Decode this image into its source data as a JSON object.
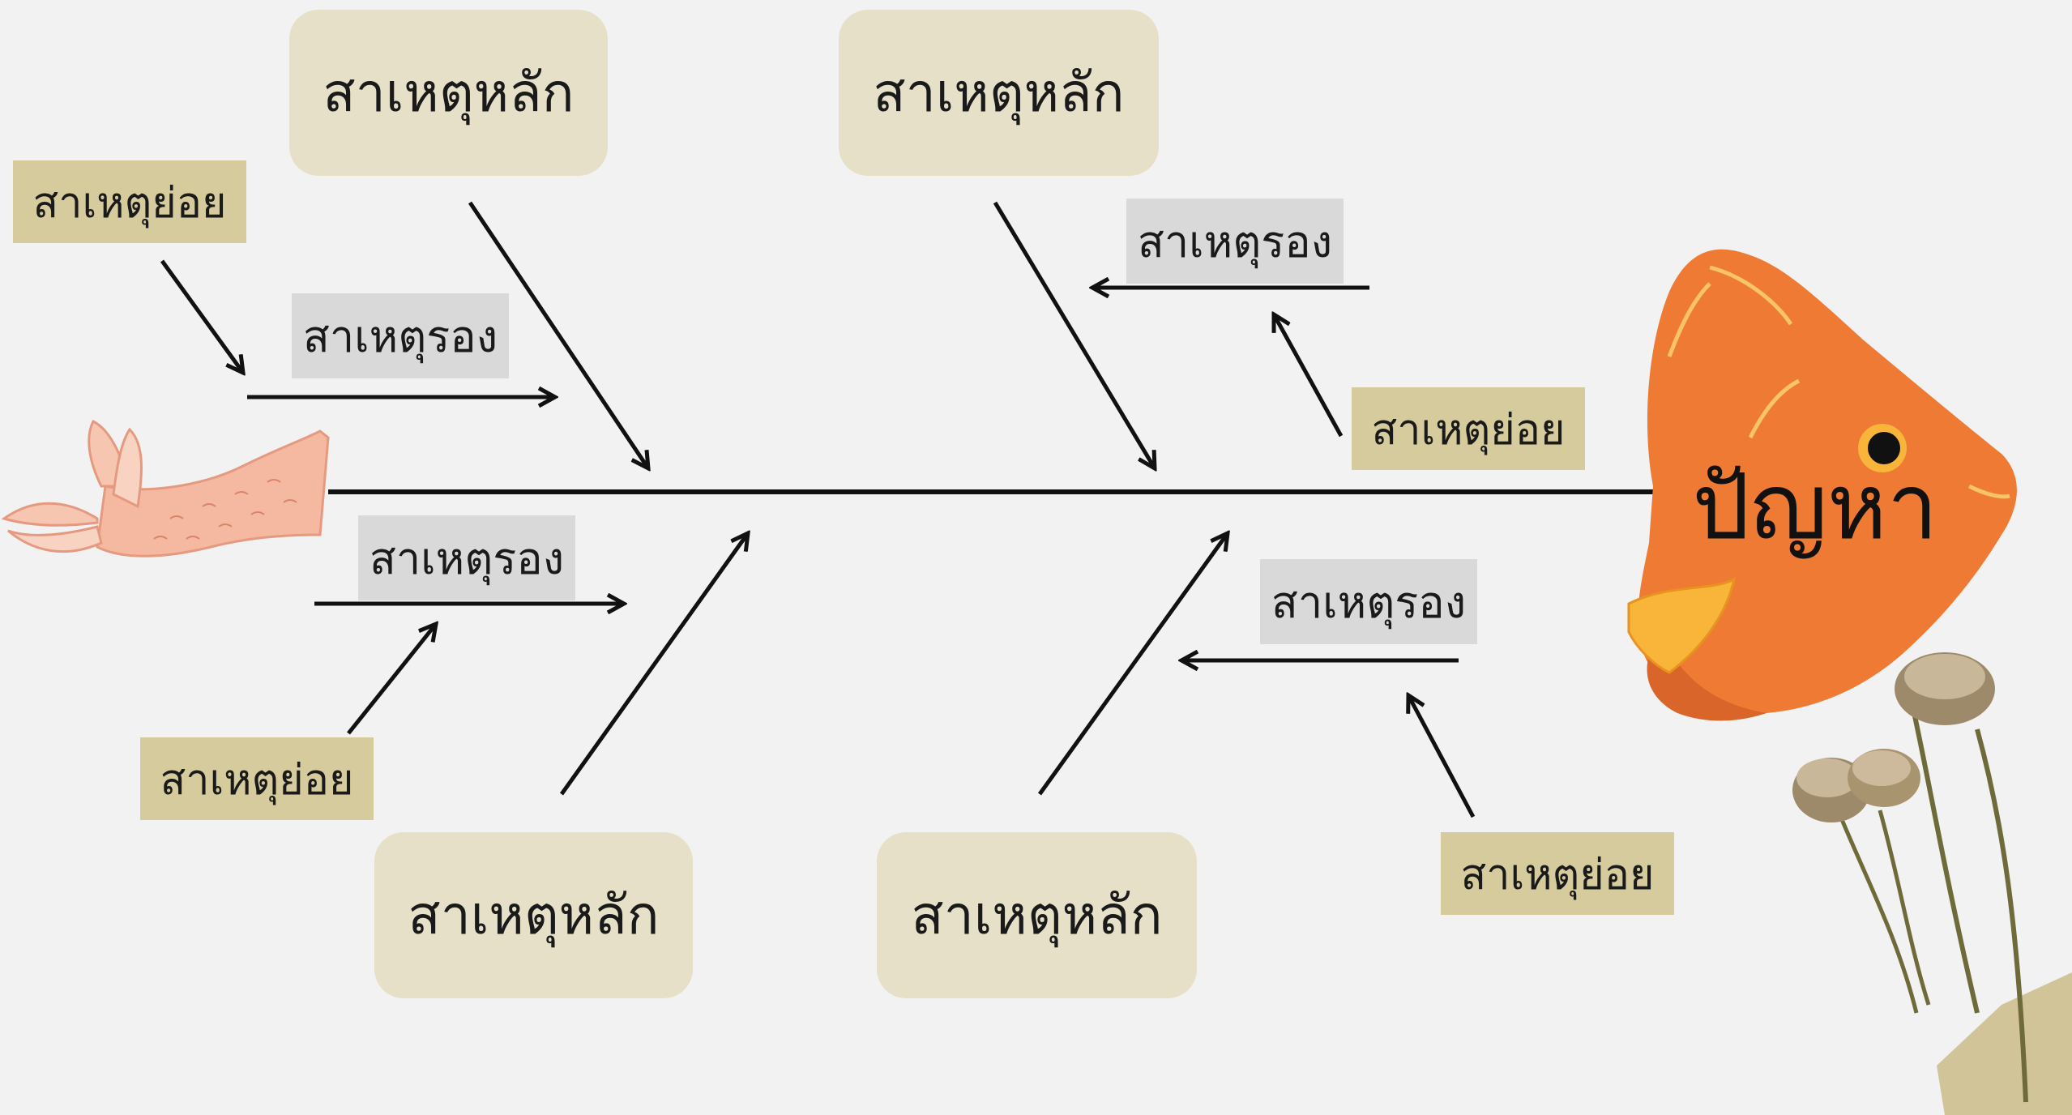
{
  "diagram": {
    "type": "fishbone",
    "problem": "ปัญหา",
    "main_causes": [
      "สาเหตุหลัก",
      "สาเหตุหลัก",
      "สาเหตุหลัก",
      "สาเหตุหลัก"
    ],
    "secondary_causes": [
      "สาเหตุรอง",
      "สาเหตุรอง",
      "สาเหตุรอง",
      "สาเหตุรอง"
    ],
    "minor_causes": [
      "สาเหตุย่อย",
      "สาเหตุย่อย",
      "สาเหตุย่อย",
      "สาเหตุย่อย"
    ]
  },
  "colors": {
    "background": "#f2f2f2",
    "main_box": "#e6e0c8",
    "minor_box": "#d6cb9c",
    "secondary_box": "#d9d9d9",
    "fish_head": "#ee7a33",
    "fish_tail": "#f4b9a0",
    "arrow": "#111111"
  }
}
